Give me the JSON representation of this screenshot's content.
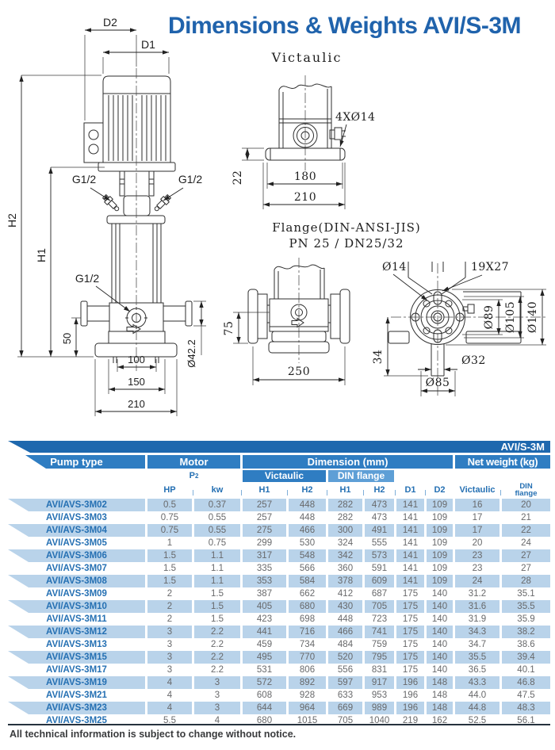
{
  "title": "Dimensions & Weights AVI/S-3M",
  "drawings": {
    "pump_front": {
      "d2": "D2",
      "d1": "D1",
      "h2": "H2",
      "h1": "H1",
      "g12_left": "G1/2",
      "g12_right": "G1/2",
      "g12_port": "G1/2",
      "dim_50": "50",
      "dim_100": "100",
      "dim_150": "150",
      "dim_210": "210",
      "dia_422": "Ø42.2"
    },
    "victaulic": {
      "title": "Victaulic",
      "bolt_holes": "4XØ14",
      "dim_22": "22",
      "dim_180": "180",
      "dim_210": "210"
    },
    "flange_note": {
      "line1": "Flange(DIN-ANSI-JIS)",
      "line2": "PN 25 /  DN25/32"
    },
    "flange_front": {
      "dim_75": "75",
      "dim_250": "250"
    },
    "top_view": {
      "dia_14": "Ø14",
      "slot_19x27": "19X27",
      "dia_89": "Ø89",
      "dia_105": "Ø105",
      "dia_140": "Ø140",
      "dia_32": "Ø32",
      "dia_85": "Ø85",
      "dim_34": "34"
    }
  },
  "table": {
    "series": "AVI/S-3M",
    "group_headers": {
      "pump_type": "Pump type",
      "motor": "Motor",
      "dimension": "Dimension (mm)",
      "net_weight": "Net weight (kg)"
    },
    "sub_headers": {
      "p2_base": "P",
      "p2_sub": "2",
      "victaulic": "Victaulic",
      "din_flange": "DIN flange"
    },
    "col_headers": {
      "hp": "HP",
      "kw": "kw",
      "h1v": "H1",
      "h2v": "H2",
      "h1d": "H1",
      "h2d": "H2",
      "d1": "D1",
      "d2": "D2",
      "victaulic": "Victaulic",
      "din_line1": "DIN",
      "din_line2": "flange"
    },
    "rows": [
      {
        "model": "AVI/AVS-3M02",
        "hp": "0.5",
        "kw": "0.37",
        "vh1": "257",
        "vh2": "448",
        "dh1": "282",
        "dh2": "473",
        "d1": "141",
        "d2": "109",
        "wv": "16",
        "wd": "20"
      },
      {
        "model": "AVI/AVS-3M03",
        "hp": "0.75",
        "kw": "0.55",
        "vh1": "257",
        "vh2": "448",
        "dh1": "282",
        "dh2": "473",
        "d1": "141",
        "d2": "109",
        "wv": "17",
        "wd": "21"
      },
      {
        "model": "AVI/AVS-3M04",
        "hp": "0.75",
        "kw": "0.55",
        "vh1": "275",
        "vh2": "466",
        "dh1": "300",
        "dh2": "491",
        "d1": "141",
        "d2": "109",
        "wv": "17",
        "wd": "22"
      },
      {
        "model": "AVI/AVS-3M05",
        "hp": "1",
        "kw": "0.75",
        "vh1": "299",
        "vh2": "530",
        "dh1": "324",
        "dh2": "555",
        "d1": "141",
        "d2": "109",
        "wv": "20",
        "wd": "24"
      },
      {
        "model": "AVI/AVS-3M06",
        "hp": "1.5",
        "kw": "1.1",
        "vh1": "317",
        "vh2": "548",
        "dh1": "342",
        "dh2": "573",
        "d1": "141",
        "d2": "109",
        "wv": "23",
        "wd": "27"
      },
      {
        "model": "AVI/AVS-3M07",
        "hp": "1.5",
        "kw": "1.1",
        "vh1": "335",
        "vh2": "566",
        "dh1": "360",
        "dh2": "591",
        "d1": "141",
        "d2": "109",
        "wv": "23",
        "wd": "27"
      },
      {
        "model": "AVI/AVS-3M08",
        "hp": "1.5",
        "kw": "1.1",
        "vh1": "353",
        "vh2": "584",
        "dh1": "378",
        "dh2": "609",
        "d1": "141",
        "d2": "109",
        "wv": "24",
        "wd": "28"
      },
      {
        "model": "AVI/AVS-3M09",
        "hp": "2",
        "kw": "1.5",
        "vh1": "387",
        "vh2": "662",
        "dh1": "412",
        "dh2": "687",
        "d1": "175",
        "d2": "140",
        "wv": "31.2",
        "wd": "35.1"
      },
      {
        "model": "AVI/AVS-3M10",
        "hp": "2",
        "kw": "1.5",
        "vh1": "405",
        "vh2": "680",
        "dh1": "430",
        "dh2": "705",
        "d1": "175",
        "d2": "140",
        "wv": "31.6",
        "wd": "35.5"
      },
      {
        "model": "AVI/AVS-3M11",
        "hp": "2",
        "kw": "1.5",
        "vh1": "423",
        "vh2": "698",
        "dh1": "448",
        "dh2": "723",
        "d1": "175",
        "d2": "140",
        "wv": "31.9",
        "wd": "35.9"
      },
      {
        "model": "AVI/AVS-3M12",
        "hp": "3",
        "kw": "2.2",
        "vh1": "441",
        "vh2": "716",
        "dh1": "466",
        "dh2": "741",
        "d1": "175",
        "d2": "140",
        "wv": "34.3",
        "wd": "38.2"
      },
      {
        "model": "AVI/AVS-3M13",
        "hp": "3",
        "kw": "2.2",
        "vh1": "459",
        "vh2": "734",
        "dh1": "484",
        "dh2": "759",
        "d1": "175",
        "d2": "140",
        "wv": "34.7",
        "wd": "38.6"
      },
      {
        "model": "AVI/AVS-3M15",
        "hp": "3",
        "kw": "2.2",
        "vh1": "495",
        "vh2": "770",
        "dh1": "520",
        "dh2": "795",
        "d1": "175",
        "d2": "140",
        "wv": "35.5",
        "wd": "39.4"
      },
      {
        "model": "AVI/AVS-3M17",
        "hp": "3",
        "kw": "2.2",
        "vh1": "531",
        "vh2": "806",
        "dh1": "556",
        "dh2": "831",
        "d1": "175",
        "d2": "140",
        "wv": "36.5",
        "wd": "40.1"
      },
      {
        "model": "AVI/AVS-3M19",
        "hp": "4",
        "kw": "3",
        "vh1": "572",
        "vh2": "892",
        "dh1": "597",
        "dh2": "917",
        "d1": "196",
        "d2": "148",
        "wv": "43.3",
        "wd": "46.8"
      },
      {
        "model": "AVI/AVS-3M21",
        "hp": "4",
        "kw": "3",
        "vh1": "608",
        "vh2": "928",
        "dh1": "633",
        "dh2": "953",
        "d1": "196",
        "d2": "148",
        "wv": "44.0",
        "wd": "47.5"
      },
      {
        "model": "AVI/AVS-3M23",
        "hp": "4",
        "kw": "3",
        "vh1": "644",
        "vh2": "964",
        "dh1": "669",
        "dh2": "989",
        "d1": "196",
        "d2": "148",
        "wv": "44.8",
        "wd": "48.3"
      },
      {
        "model": "AVI/AVS-3M25",
        "hp": "5.5",
        "kw": "4",
        "vh1": "680",
        "vh2": "1015",
        "dh1": "705",
        "dh2": "1040",
        "d1": "219",
        "d2": "162",
        "wv": "52.5",
        "wd": "56.1"
      }
    ]
  },
  "footer": {
    "note": "All technical information is subject to change without notice."
  },
  "colors": {
    "accent_blue": "#2063ac",
    "header_bar": "#1e68ae",
    "header_band": "#2f7dc2",
    "chip_light": "#5e9fd6",
    "row_shade": "#b9d3ea",
    "text_blue": "#2570b3",
    "text_gray": "#68696b"
  }
}
